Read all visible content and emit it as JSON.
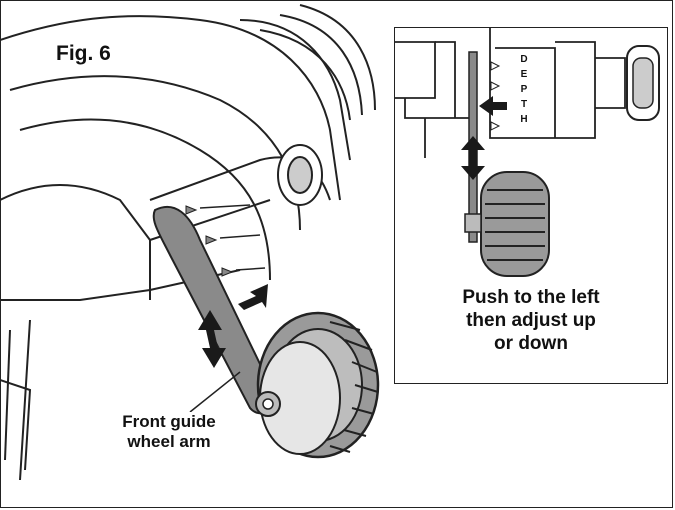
{
  "figure": {
    "label": "Fig. 6",
    "callout_arm": [
      "Front guide",
      "wheel arm"
    ],
    "inset": {
      "scale_label": [
        "D",
        "E",
        "P",
        "T",
        "H"
      ],
      "caption": [
        "Push to the left",
        "then adjust up",
        "or down"
      ]
    }
  },
  "colors": {
    "line": "#222222",
    "arm_fill": "#8a8a8a",
    "tire_fill": "#9a9a9a",
    "dark": "#1a1a1a"
  }
}
